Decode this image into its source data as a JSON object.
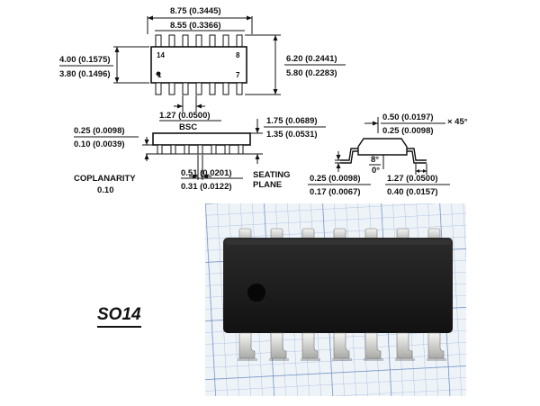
{
  "top_view": {
    "length_max": "8.75 (0.3445)",
    "length_min": "8.55 (0.3366)",
    "width_max": "4.00 (0.1575)",
    "width_min": "3.80 (0.1496)",
    "overall_max": "6.20 (0.2441)",
    "overall_min": "5.80 (0.2283)",
    "pin_14": "14",
    "pin_8": "8",
    "pin_1": "1",
    "pin_7": "7",
    "pitch": "1.27 (0.0500)",
    "pitch_note": "BSC"
  },
  "side_view": {
    "standoff_max": "0.25 (0.0098)",
    "standoff_min": "0.10 (0.0039)",
    "height_max": "1.75 (0.0689)",
    "height_min": "1.35 (0.0531)",
    "lead_width_max": "0.51 (0.0201)",
    "lead_width_min": "0.31 (0.0122)",
    "coplanarity_label": "COPLANARITY",
    "coplanarity_value": "0.10",
    "seating_label_1": "SEATING",
    "seating_label_2": "PLANE"
  },
  "end_view": {
    "chamfer_max": "0.50 (0.0197)",
    "chamfer_min": "0.25 (0.0098)",
    "chamfer_angle": "× 45°",
    "angle_max": "8°",
    "angle_min": "0°",
    "thickness_max": "0.25 (0.0098)",
    "thickness_min": "0.17 (0.0067)",
    "foot_max": "1.27 (0.0500)",
    "foot_min": "0.40 (0.0157)"
  },
  "photo_caption": "SO14",
  "colors": {
    "ink": "#111111",
    "chip_body": "#1c1c1c",
    "lead_silver": "#d9d9d6",
    "grid_line": "#6f8fc0",
    "paper": "#eef3f8"
  }
}
